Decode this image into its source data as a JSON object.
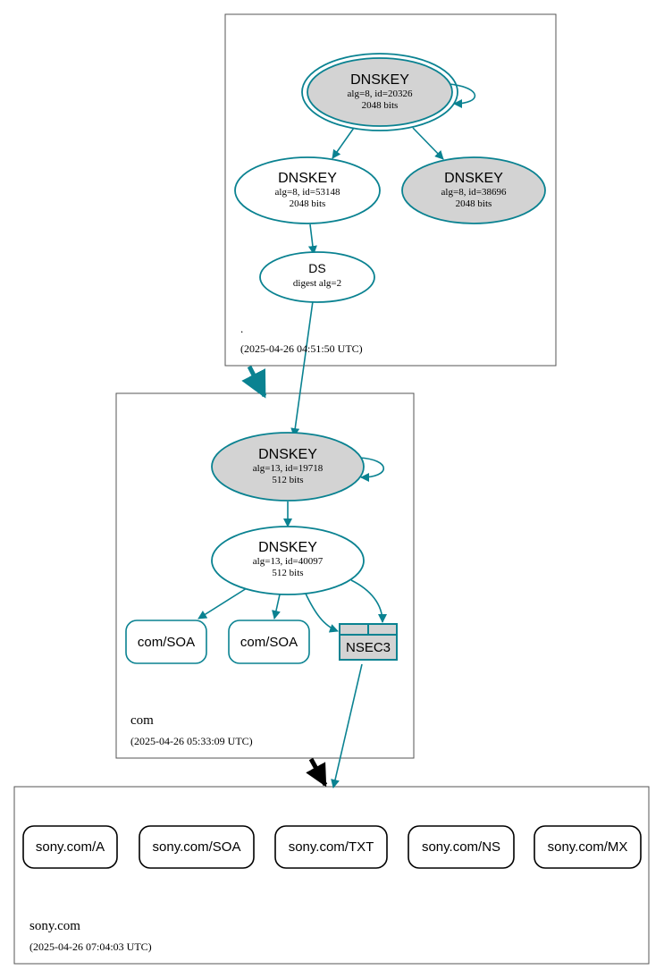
{
  "zones": {
    "root": {
      "name": ".",
      "timestamp": "(2025-04-26 04:51:50 UTC)"
    },
    "com": {
      "name": "com",
      "timestamp": "(2025-04-26 05:33:09 UTC)"
    },
    "sony": {
      "name": "sony.com",
      "timestamp": "(2025-04-26 07:04:03 UTC)"
    }
  },
  "nodes": {
    "root_ksk": {
      "title": "DNSKEY",
      "line1": "alg=8, id=20326",
      "line2": "2048 bits"
    },
    "root_zsk": {
      "title": "DNSKEY",
      "line1": "alg=8, id=53148",
      "line2": "2048 bits"
    },
    "root_key3": {
      "title": "DNSKEY",
      "line1": "alg=8, id=38696",
      "line2": "2048 bits"
    },
    "ds": {
      "title": "DS",
      "line1": "digest alg=2"
    },
    "com_ksk": {
      "title": "DNSKEY",
      "line1": "alg=13, id=19718",
      "line2": "512 bits"
    },
    "com_zsk": {
      "title": "DNSKEY",
      "line1": "alg=13, id=40097",
      "line2": "512 bits"
    },
    "com_soa1": {
      "label": "com/SOA"
    },
    "com_soa2": {
      "label": "com/SOA"
    },
    "nsec3": {
      "label": "NSEC3"
    }
  },
  "records": {
    "a": "sony.com/A",
    "soa": "sony.com/SOA",
    "txt": "sony.com/TXT",
    "ns": "sony.com/NS",
    "mx": "sony.com/MX"
  },
  "colors": {
    "edge": "#0a8291",
    "key_fill_grey": "#d3d3d3",
    "delegation_arrow_insecure": "#000000"
  }
}
